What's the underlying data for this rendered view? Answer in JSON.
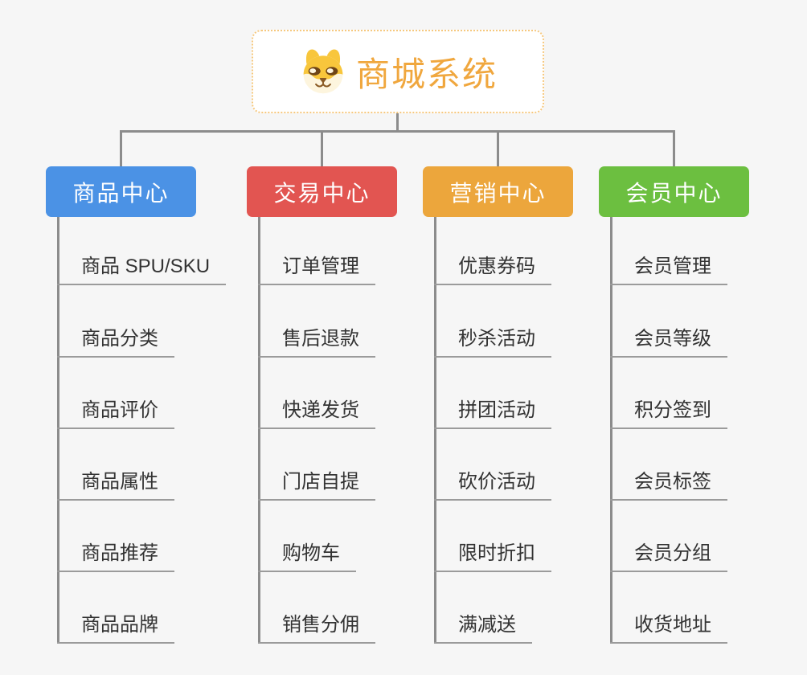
{
  "root": {
    "title": "商城系统",
    "icon": "shiba-dog-icon"
  },
  "branches": [
    {
      "label": "商品中心",
      "color": "#4b92e5",
      "children": [
        "商品 SPU/SKU",
        "商品分类",
        "商品评价",
        "商品属性",
        "商品推荐",
        "商品品牌"
      ]
    },
    {
      "label": "交易中心",
      "color": "#e25551",
      "children": [
        "订单管理",
        "售后退款",
        "快递发货",
        "门店自提",
        "购物车",
        "销售分佣"
      ]
    },
    {
      "label": "营销中心",
      "color": "#eca63c",
      "children": [
        "优惠券码",
        "秒杀活动",
        "拼团活动",
        "砍价活动",
        "限时折扣",
        "满减送"
      ]
    },
    {
      "label": "会员中心",
      "color": "#6cbf40",
      "children": [
        "会员管理",
        "会员等级",
        "积分签到",
        "会员标签",
        "会员分组",
        "收货地址"
      ]
    }
  ],
  "colors": {
    "root_text": "#f0a73e",
    "root_border": "#f6c87e",
    "connector": "#8c8c8c",
    "leaf_underline": "#9b9b9b",
    "leaf_text": "#333333",
    "background": "#f6f6f6"
  }
}
